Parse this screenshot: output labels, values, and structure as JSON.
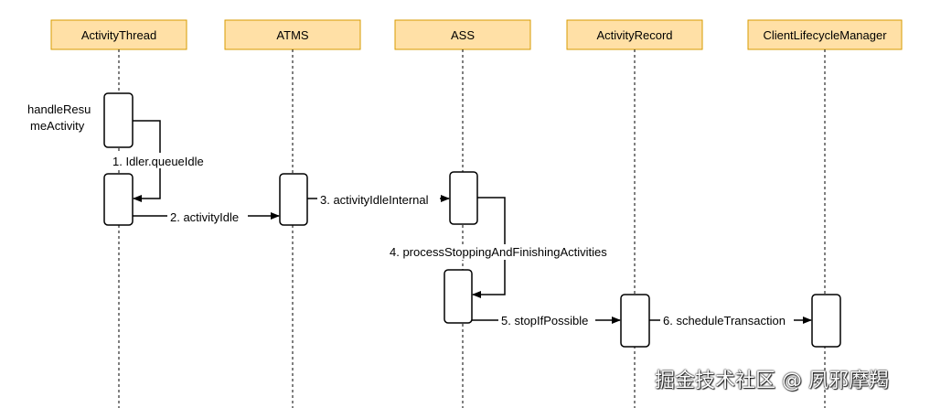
{
  "participants": [
    {
      "id": "activity_thread",
      "label": "ActivityThread"
    },
    {
      "id": "atms",
      "label": "ATMS"
    },
    {
      "id": "ass",
      "label": "ASS"
    },
    {
      "id": "activity_record",
      "label": "ActivityRecord"
    },
    {
      "id": "client_lifecycle_manager",
      "label": "ClientLifecycleManager"
    }
  ],
  "note": {
    "line1": "handleResu",
    "line2": "meActivity"
  },
  "messages": [
    {
      "id": "m1",
      "label": "1. Idler.queueIdle"
    },
    {
      "id": "m2",
      "label": "2. activityIdle"
    },
    {
      "id": "m3",
      "label": "3. activityIdleInternal"
    },
    {
      "id": "m4",
      "label": "4. processStoppingAndFinishingActivities"
    },
    {
      "id": "m5",
      "label": "5. stopIfPossible"
    },
    {
      "id": "m6",
      "label": "6. scheduleTransaction"
    }
  ],
  "watermark": "掘金技术社区 @ 夙邪摩羯",
  "colors": {
    "participant_fill": "#FFE0A6",
    "participant_stroke": "#D79B00",
    "line": "#000000"
  }
}
